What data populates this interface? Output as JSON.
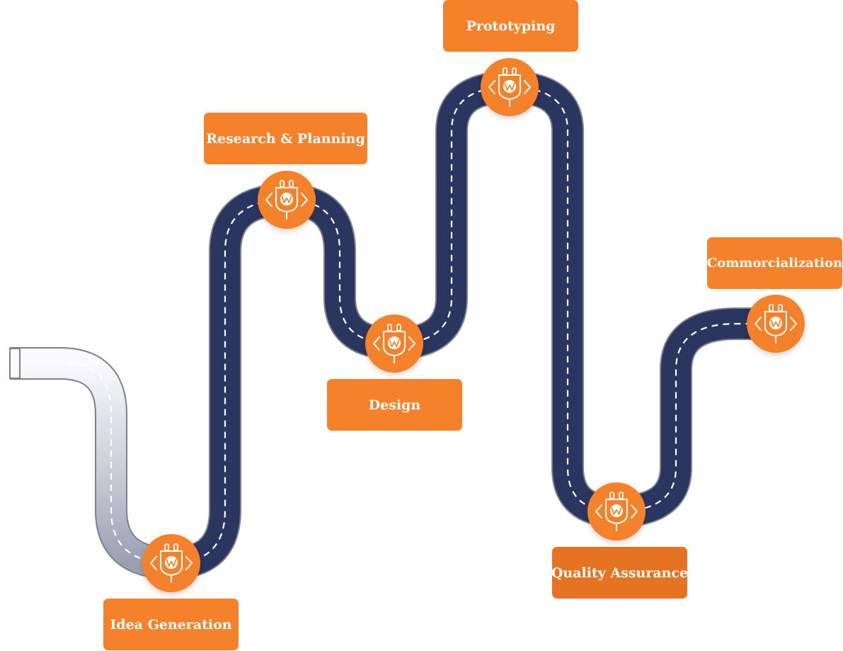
{
  "colors": {
    "accent": "#F5822A",
    "label_qa": "#E67321",
    "road": "#2A3560",
    "road_edge": "#7C8090",
    "road_start": "#C8CBD6",
    "dashes": "#FFFFFF"
  },
  "icon": "wordpress-plugin-icon",
  "stages": [
    {
      "label": "Idea Generation"
    },
    {
      "label": "Research & Planning"
    },
    {
      "label": "Design"
    },
    {
      "label": "Prototyping"
    },
    {
      "label": "Quality Assurance"
    },
    {
      "label": "Commorcialization"
    }
  ]
}
